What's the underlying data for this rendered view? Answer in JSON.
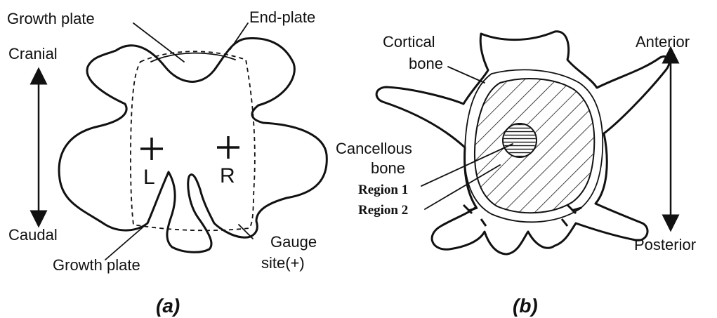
{
  "panel_a": {
    "label_growth_plate_top": "Growth plate",
    "label_end_plate": "End-plate",
    "label_cranial": "Cranial",
    "label_caudal": "Caudal",
    "label_growth_plate_bottom": "Growth plate",
    "label_gauge_line1": "Gauge",
    "label_gauge_line2": "site(+)",
    "marker_left": "L",
    "marker_right": "R",
    "caption": "(a)"
  },
  "panel_b": {
    "label_cortical_line1": "Cortical",
    "label_cortical_line2": "bone",
    "label_cancellous_line1": "Cancellous",
    "label_cancellous_line2": "bone",
    "label_region1": "Region 1",
    "label_region2": "Region 2",
    "label_anterior": "Anterior",
    "label_posterior": "Posterior",
    "caption": "(b)"
  },
  "colors": {
    "ink": "#111111",
    "background": "#ffffff"
  }
}
